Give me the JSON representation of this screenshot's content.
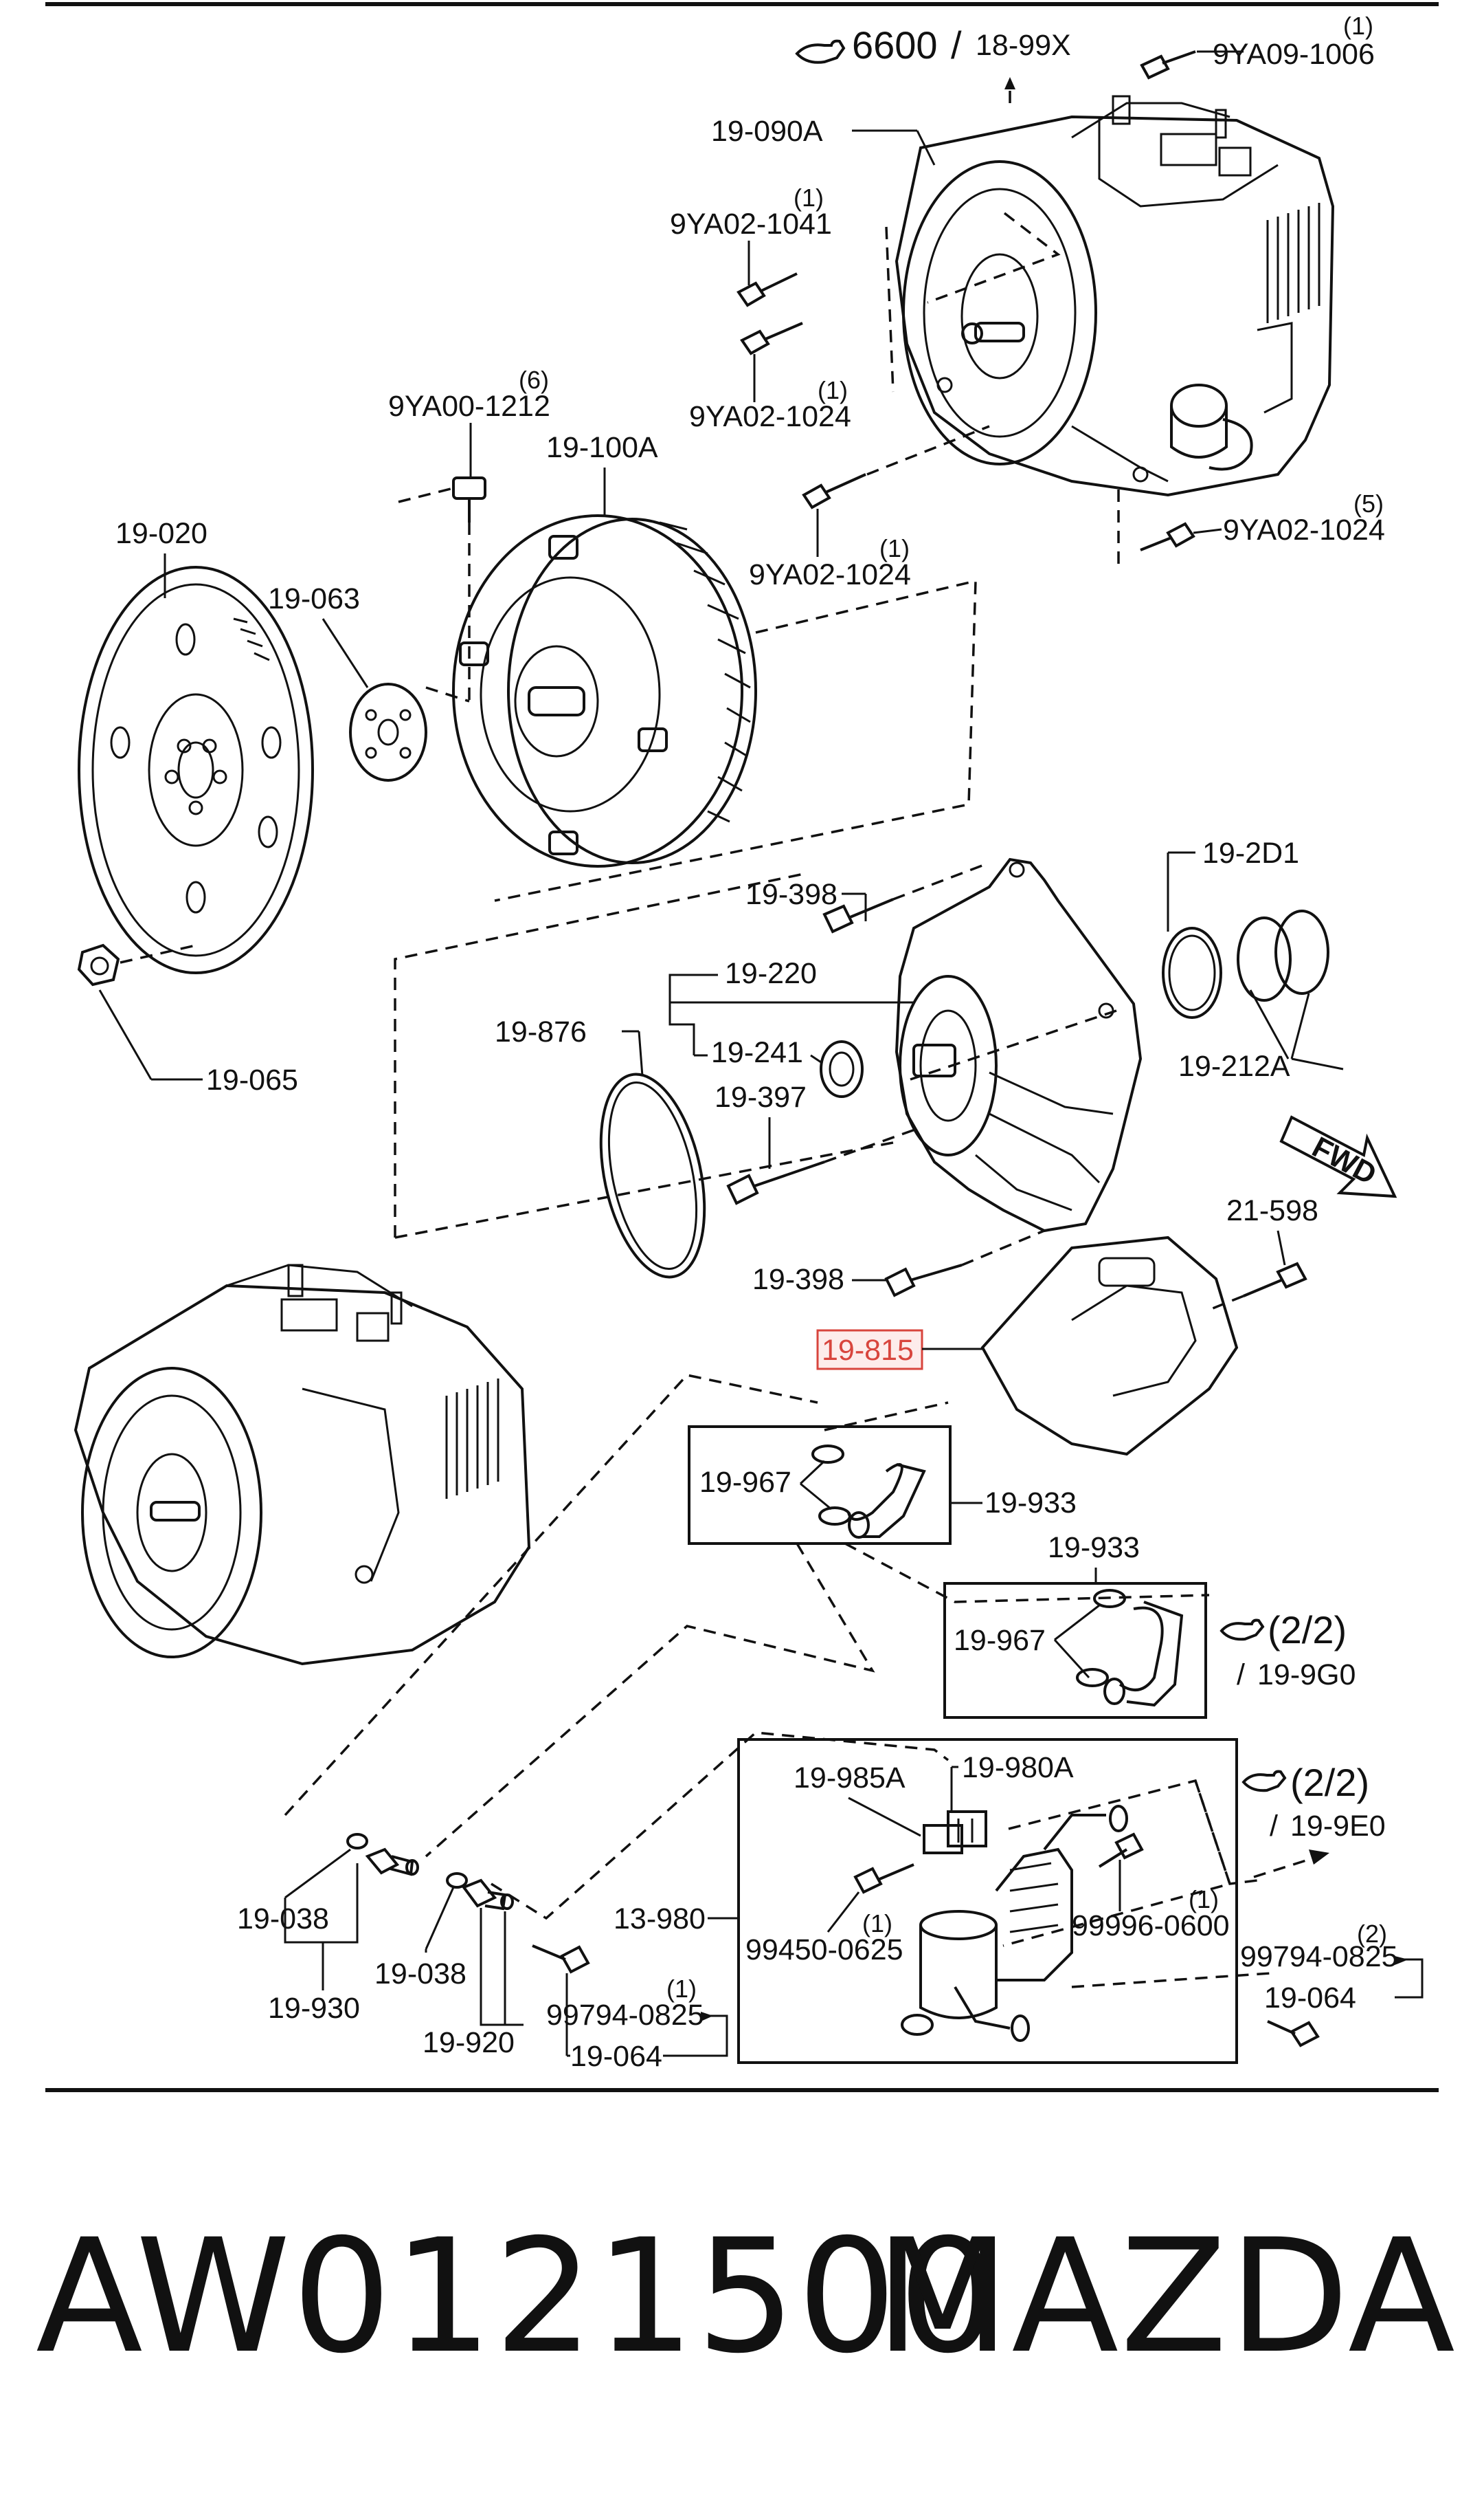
{
  "diagram": {
    "ref_top": {
      "number": "6600",
      "code": "18-99X"
    },
    "ref_mid": {
      "sheet": "(2/2)",
      "code": "19-9G0"
    },
    "ref_low": {
      "sheet": "(2/2)",
      "code": "19-9E0"
    },
    "fwd_label": "FWD",
    "parts": {
      "p_19_090A": "19-090A",
      "p_9YA09_1006": "9YA09-1006",
      "q_9YA09_1006": "(1)",
      "p_9YA02_1041": "9YA02-1041",
      "q_9YA02_1041": "(1)",
      "p_9YA02_1024_a": "9YA02-1024",
      "q_9YA02_1024_a": "(1)",
      "p_9YA00_1212": "9YA00-1212",
      "q_9YA00_1212": "(6)",
      "p_19_100A": "19-100A",
      "p_9YA02_1024_b": "9YA02-1024",
      "q_9YA02_1024_b": "(5)",
      "p_9YA02_1024_c": "9YA02-1024",
      "q_9YA02_1024_c": "(1)",
      "p_19_020": "19-020",
      "p_19_063": "19-063",
      "p_19_065": "19-065",
      "p_19_398_a": "19-398",
      "p_19_220": "19-220",
      "p_19_2D1": "19-2D1",
      "p_19_876": "19-876",
      "p_19_241": "19-241",
      "p_19_212A": "19-212A",
      "p_19_397": "19-397",
      "p_21_598": "21-598",
      "p_19_398_b": "19-398",
      "p_19_815": "19-815",
      "p_19_967_a": "19-967",
      "p_19_933_a": "19-933",
      "p_19_933_b": "19-933",
      "p_19_967_b": "19-967",
      "p_19_985A": "19-985A",
      "p_19_980A": "19-980A",
      "p_13_980": "13-980",
      "p_99996_0600": "99996-0600",
      "q_99996_0600": "(1)",
      "p_99450_0625": "99450-0625",
      "q_99450_0625": "(1)",
      "p_99794_0825_a": "99794-0825",
      "q_99794_0825_a": "(2)",
      "p_19_064_a": "19-064",
      "p_19_038_a": "19-038",
      "p_19_930": "19-930",
      "p_19_038_b": "19-038",
      "p_19_920": "19-920",
      "p_99794_0825_b": "99794-0825",
      "q_99794_0825_b": "(1)",
      "p_19_064_b": "19-064"
    }
  },
  "footer": {
    "part_code": "AW0121500",
    "brand": "MAZDA"
  }
}
